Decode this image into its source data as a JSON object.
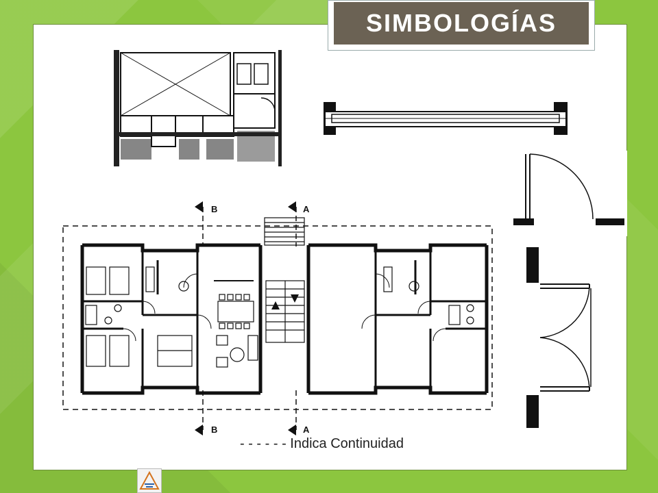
{
  "slide": {
    "title": "SIMBOLOGÍAS",
    "legend_text": "- - - - - -  Indica Continuidad"
  },
  "plan": {
    "section_labels": [
      "B",
      "A",
      "B",
      "A"
    ]
  },
  "colors": {
    "background": "#8cc63f",
    "title_box": "#6b6254",
    "line": "#111111"
  }
}
